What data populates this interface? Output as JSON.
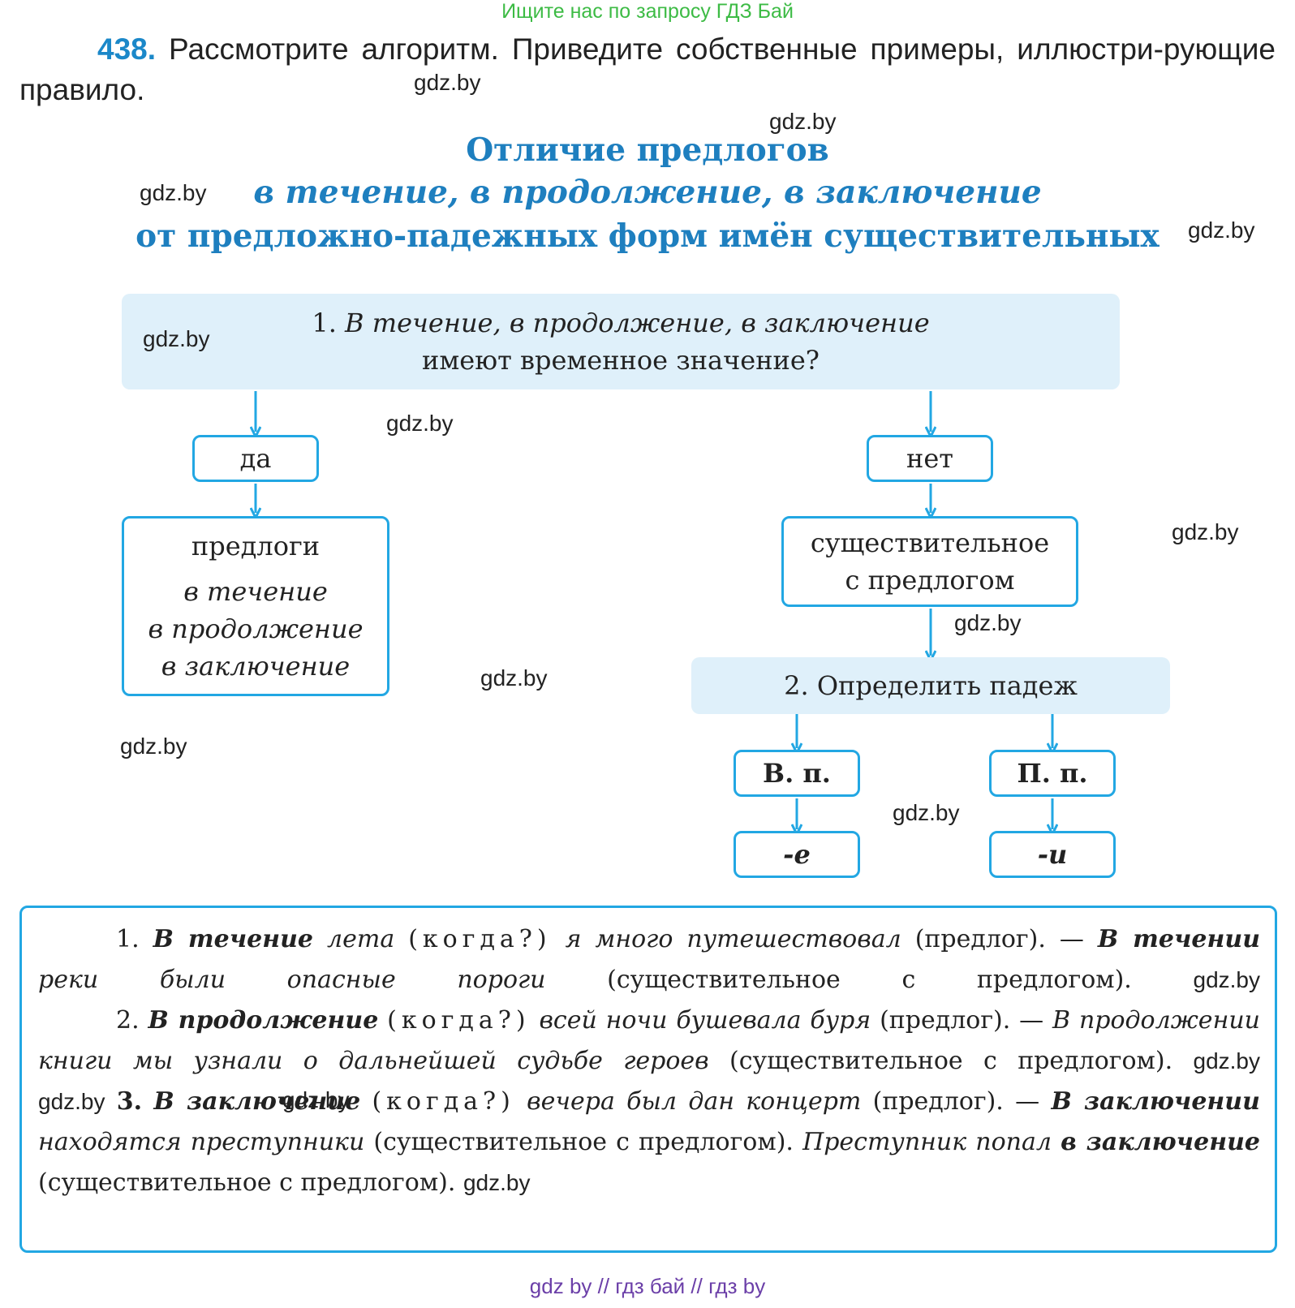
{
  "header_link": "Ищите нас по запросу ГДЗ Бай",
  "watermark": "gdz.by",
  "task": {
    "number": "438.",
    "text": "Рассмотрите алгоритм. Приведите собственные примеры, иллюстри-рующие правило."
  },
  "title": {
    "line1": "Отличие предлогов",
    "line2": "в течение, в продолжение, в заключение",
    "line3": "от предложно-падежных форм имён существительных"
  },
  "flowchart": {
    "q1": {
      "num": "1.",
      "line1": "В течение, в продолжение, в заключение",
      "line2": "имеют временное значение?"
    },
    "yes": "да",
    "no": "нет",
    "preps": {
      "head": "предлоги",
      "items": [
        "в течение",
        "в продолжение",
        "в заключение"
      ]
    },
    "noun": {
      "line1": "существительное",
      "line2": "с предлогом"
    },
    "q2": "2. Определить падеж",
    "case_acc": "В. п.",
    "case_prep": "П. п.",
    "end_acc": "-е",
    "end_prep": "-и"
  },
  "answer": {
    "p1": {
      "num": "1.",
      "a_bold": "В течение",
      "a_it": "лета",
      "q": "(когда?)",
      "a_it2": "я много путешествовал",
      "a_tag": "(предлог). —",
      "b_bold": "В течении",
      "b_it": "реки были опасные пороги",
      "b_tag": "(существительное с предлогом)."
    },
    "p2": {
      "num": "2.",
      "a_bold": "В продолжение",
      "q": "(когда?)",
      "a_it": "всей ночи бушевала буря",
      "a_tag": "(предлог). —",
      "b_it": "В продолжении книги мы узнали о дальнейшей судьбе героев",
      "b_tag": "(существительное с предлогом)."
    },
    "p3": {
      "num": "3.",
      "a_bold": "В заключение",
      "q": "(когда?)",
      "a_it": "вечера был дан концерт",
      "a_tag": "(предлог). —",
      "b_bold": "В заключении",
      "b_it": "находятся преступники",
      "b_tag": "(существительное с предлогом).",
      "c_it": "Преступник попал",
      "c_bold": "в заключение",
      "c_tag": "(существительное с предлогом)."
    }
  },
  "footer": "gdz by // гдз бай // гдз by",
  "colors": {
    "accent": "#22a7e3",
    "title": "#1e7fbf",
    "question_bg": "#dff0fa",
    "header_link": "#3dbb45",
    "footer": "#6b3fa8"
  }
}
